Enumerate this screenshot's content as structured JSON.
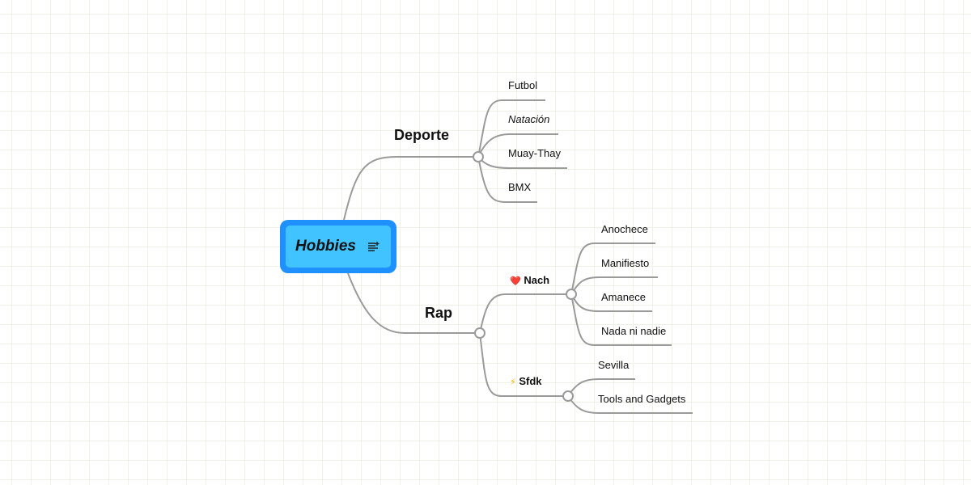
{
  "root": {
    "title": "Hobbies",
    "icon": "notes-add-icon"
  },
  "branches": [
    {
      "label": "Deporte",
      "children": [
        {
          "label": "Futbol"
        },
        {
          "label": "Natación",
          "italic": true
        },
        {
          "label": "Muay-Thay"
        },
        {
          "label": "BMX"
        }
      ]
    },
    {
      "label": "Rap",
      "children": [
        {
          "label": "Nach",
          "emoji": "❤️",
          "children": [
            {
              "label": "Anochece"
            },
            {
              "label": "Manifiesto"
            },
            {
              "label": "Amanece"
            },
            {
              "label": "Nada ni nadie"
            }
          ]
        },
        {
          "label": "Sfdk",
          "emoji": "⚡",
          "children": [
            {
              "label": "Sevilla"
            },
            {
              "label": "Tools and Gadgets"
            }
          ]
        }
      ]
    }
  ],
  "colors": {
    "root_border": "#1e90ff",
    "root_fill": "#41c3ff",
    "line": "#999999"
  }
}
